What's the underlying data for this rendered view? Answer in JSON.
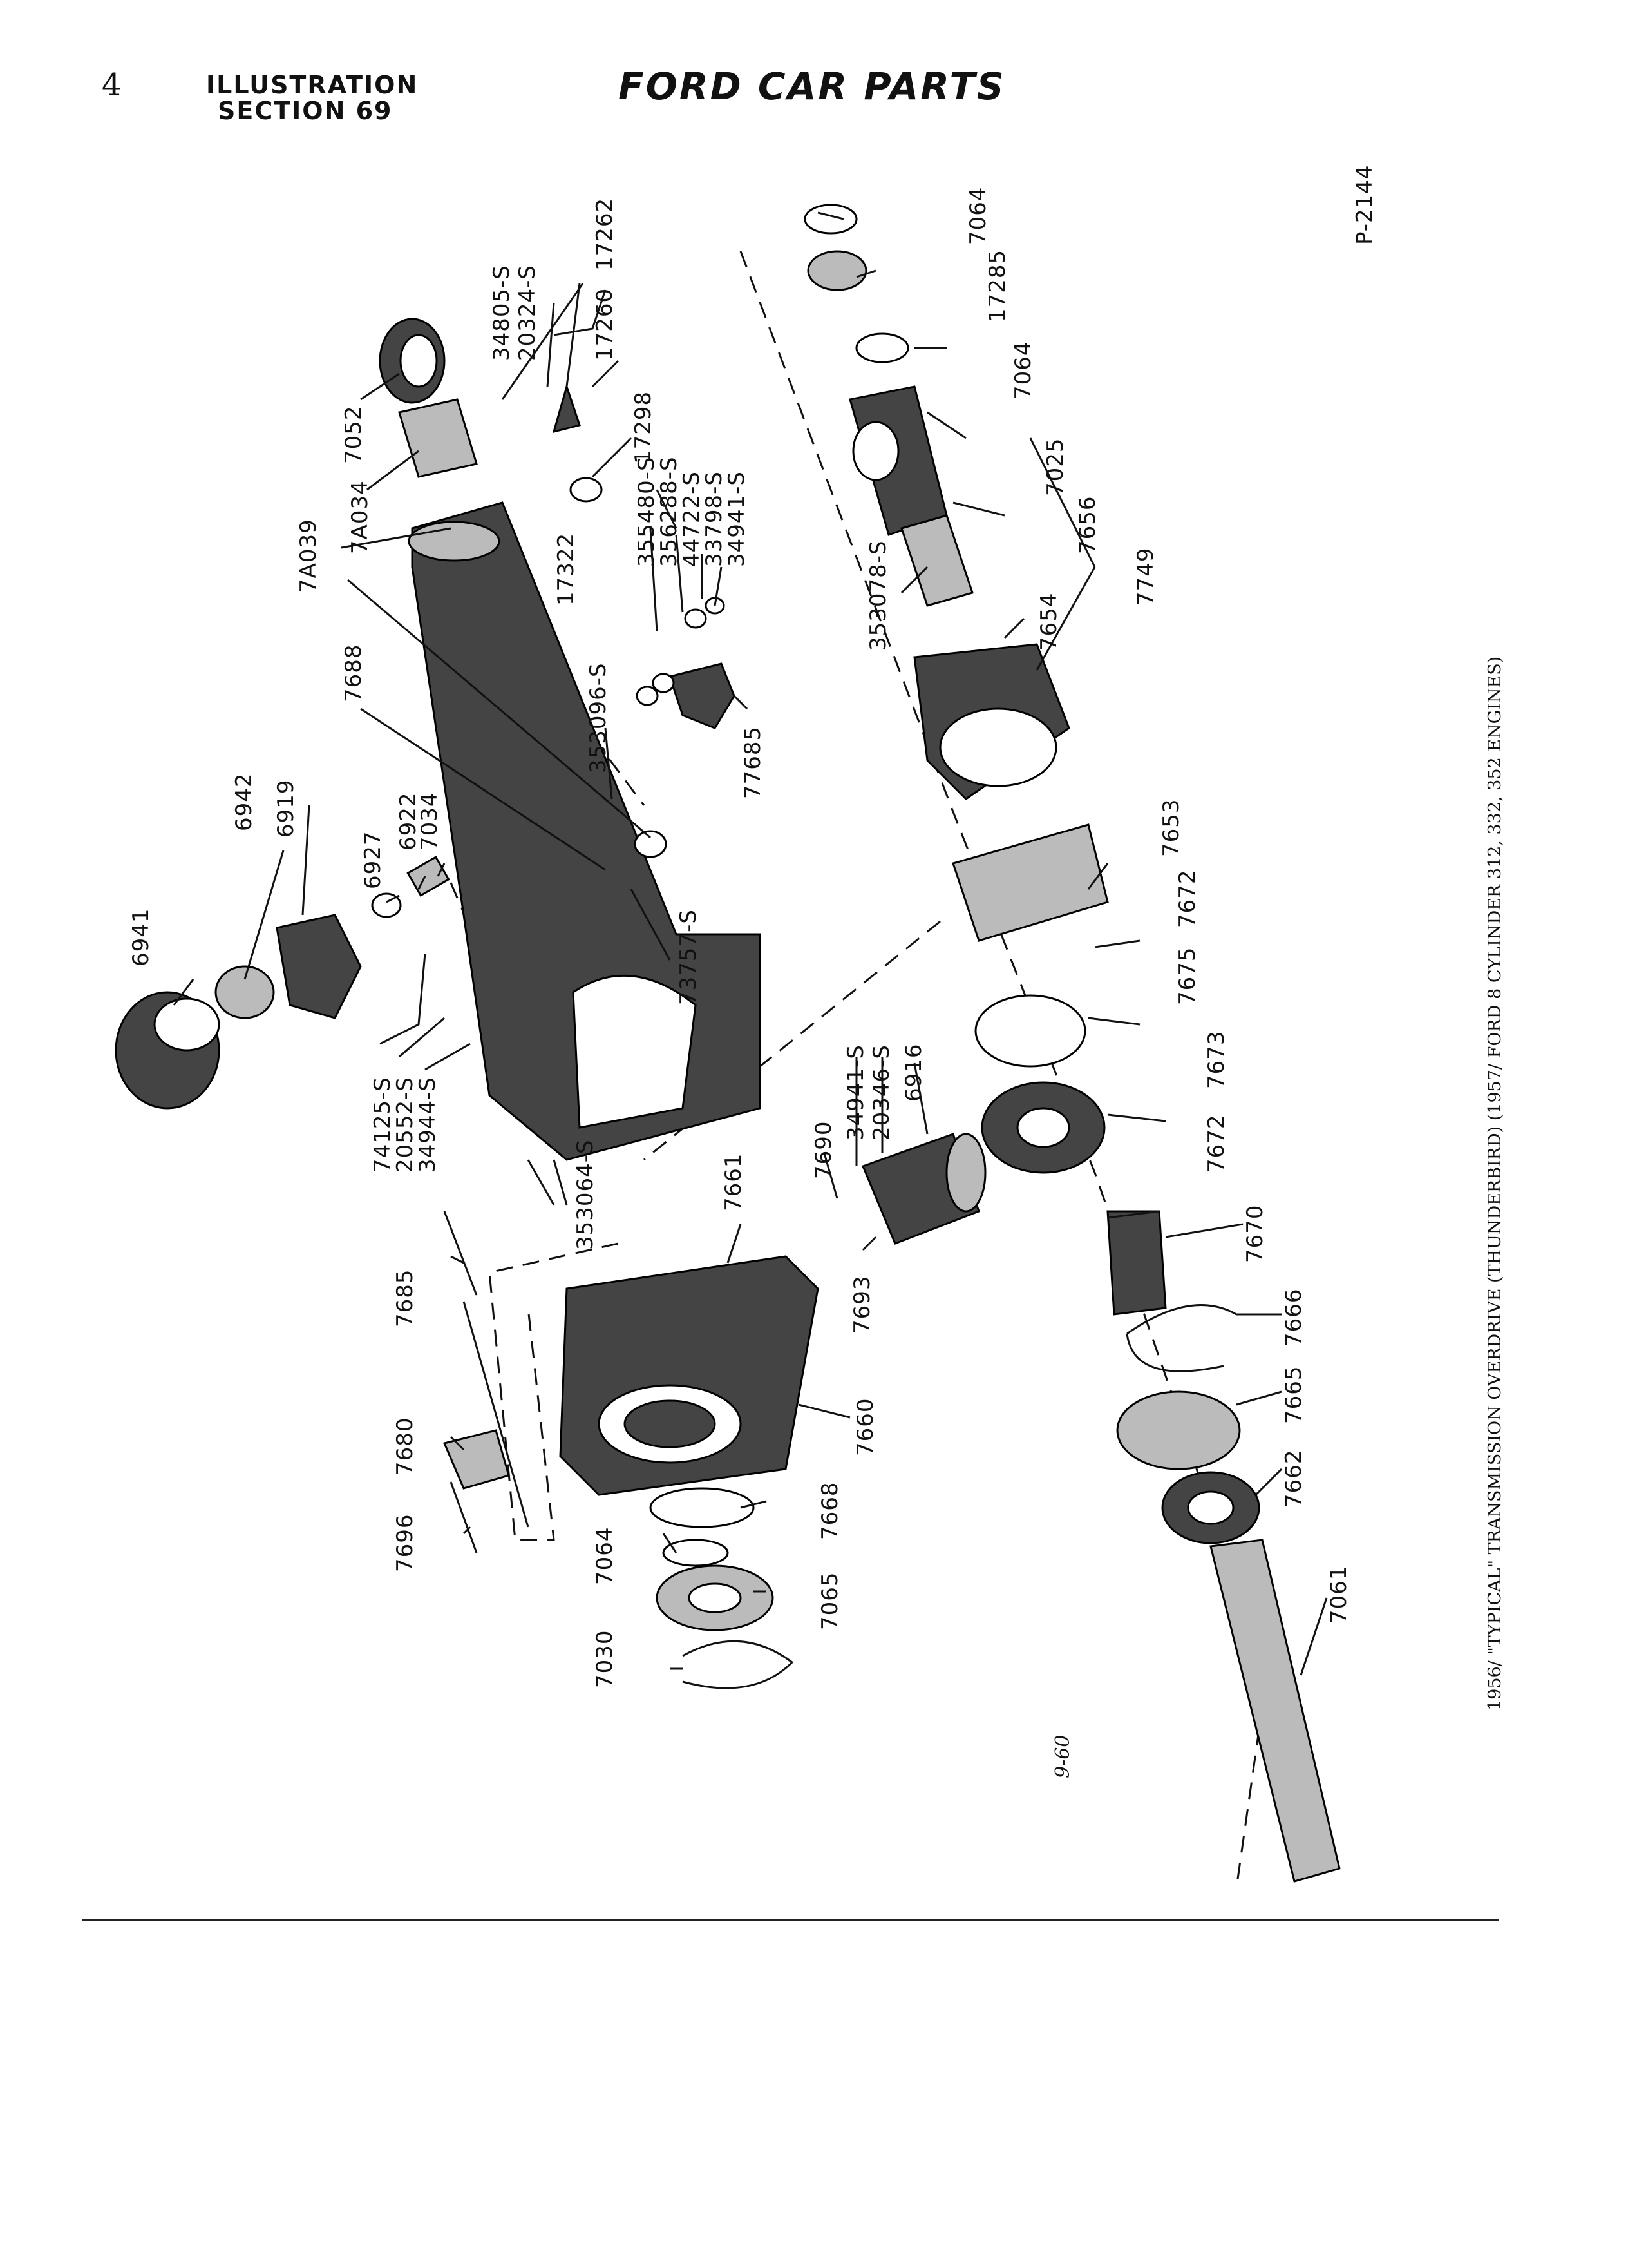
{
  "header": {
    "page_number": "4",
    "illustration_line1": "ILLUSTRATION",
    "illustration_line2": "SECTION 69",
    "title": "FORD CAR PARTS"
  },
  "figure_code": "P-2144",
  "margin_note": "9-60",
  "caption": "1956/ \"TYPICAL\" TRANSMISSION OVERDRIVE (THUNDERBIRD) (1957/ FORD 8 CYLINDER 312, 332, 352 ENGINES)",
  "parts": {
    "p_34805_S": "34805-S",
    "p_20324_S": "20324-S",
    "p_17262": "17262",
    "p_17260": "17260",
    "p_17298": "17298",
    "p_7052": "7052",
    "p_7A034": "7A034",
    "p_7A039": "7A039",
    "p_17322": "17322",
    "p_355480_S": "355480-S",
    "p_356288_S": "356288-S",
    "p_44722_S": "44722-S",
    "p_33798_S": "33798-S",
    "p_34941_S_top": "34941-S",
    "p_7688": "7688",
    "p_353096_S": "353096-S",
    "p_77685": "77685",
    "p_7064_top": "7064",
    "p_17285": "17285",
    "p_7064_mid": "7064",
    "p_7025": "7025",
    "p_7656": "7656",
    "p_353078_S": "353078-S",
    "p_7749": "7749",
    "p_7654": "7654",
    "p_7653": "7653",
    "p_6942": "6942",
    "p_6919": "6919",
    "p_6927": "6927",
    "p_6922": "6922",
    "p_7034": "7034",
    "p_6941": "6941",
    "p_73757_S": "73757-S",
    "p_7672_top": "7672",
    "p_7675": "7675",
    "p_7673": "7673",
    "p_7672_bot": "7672",
    "p_74125_S": "74125-S",
    "p_20552_S": "20552-S",
    "p_34944_S": "34944-S",
    "p_34941_S_mid": "34941-S",
    "p_20346_S": "20346-S",
    "p_6916": "6916",
    "p_353064_S": "353064-S",
    "p_7661": "7661",
    "p_7690": "7690",
    "p_7670": "7670",
    "p_7693": "7693",
    "p_7685": "7685",
    "p_7666": "7666",
    "p_7665": "7665",
    "p_7680": "7680",
    "p_7660": "7660",
    "p_7662": "7662",
    "p_7696": "7696",
    "p_7064_bot": "7064",
    "p_7668": "7668",
    "p_7065": "7065",
    "p_7030": "7030",
    "p_7061": "7061"
  }
}
